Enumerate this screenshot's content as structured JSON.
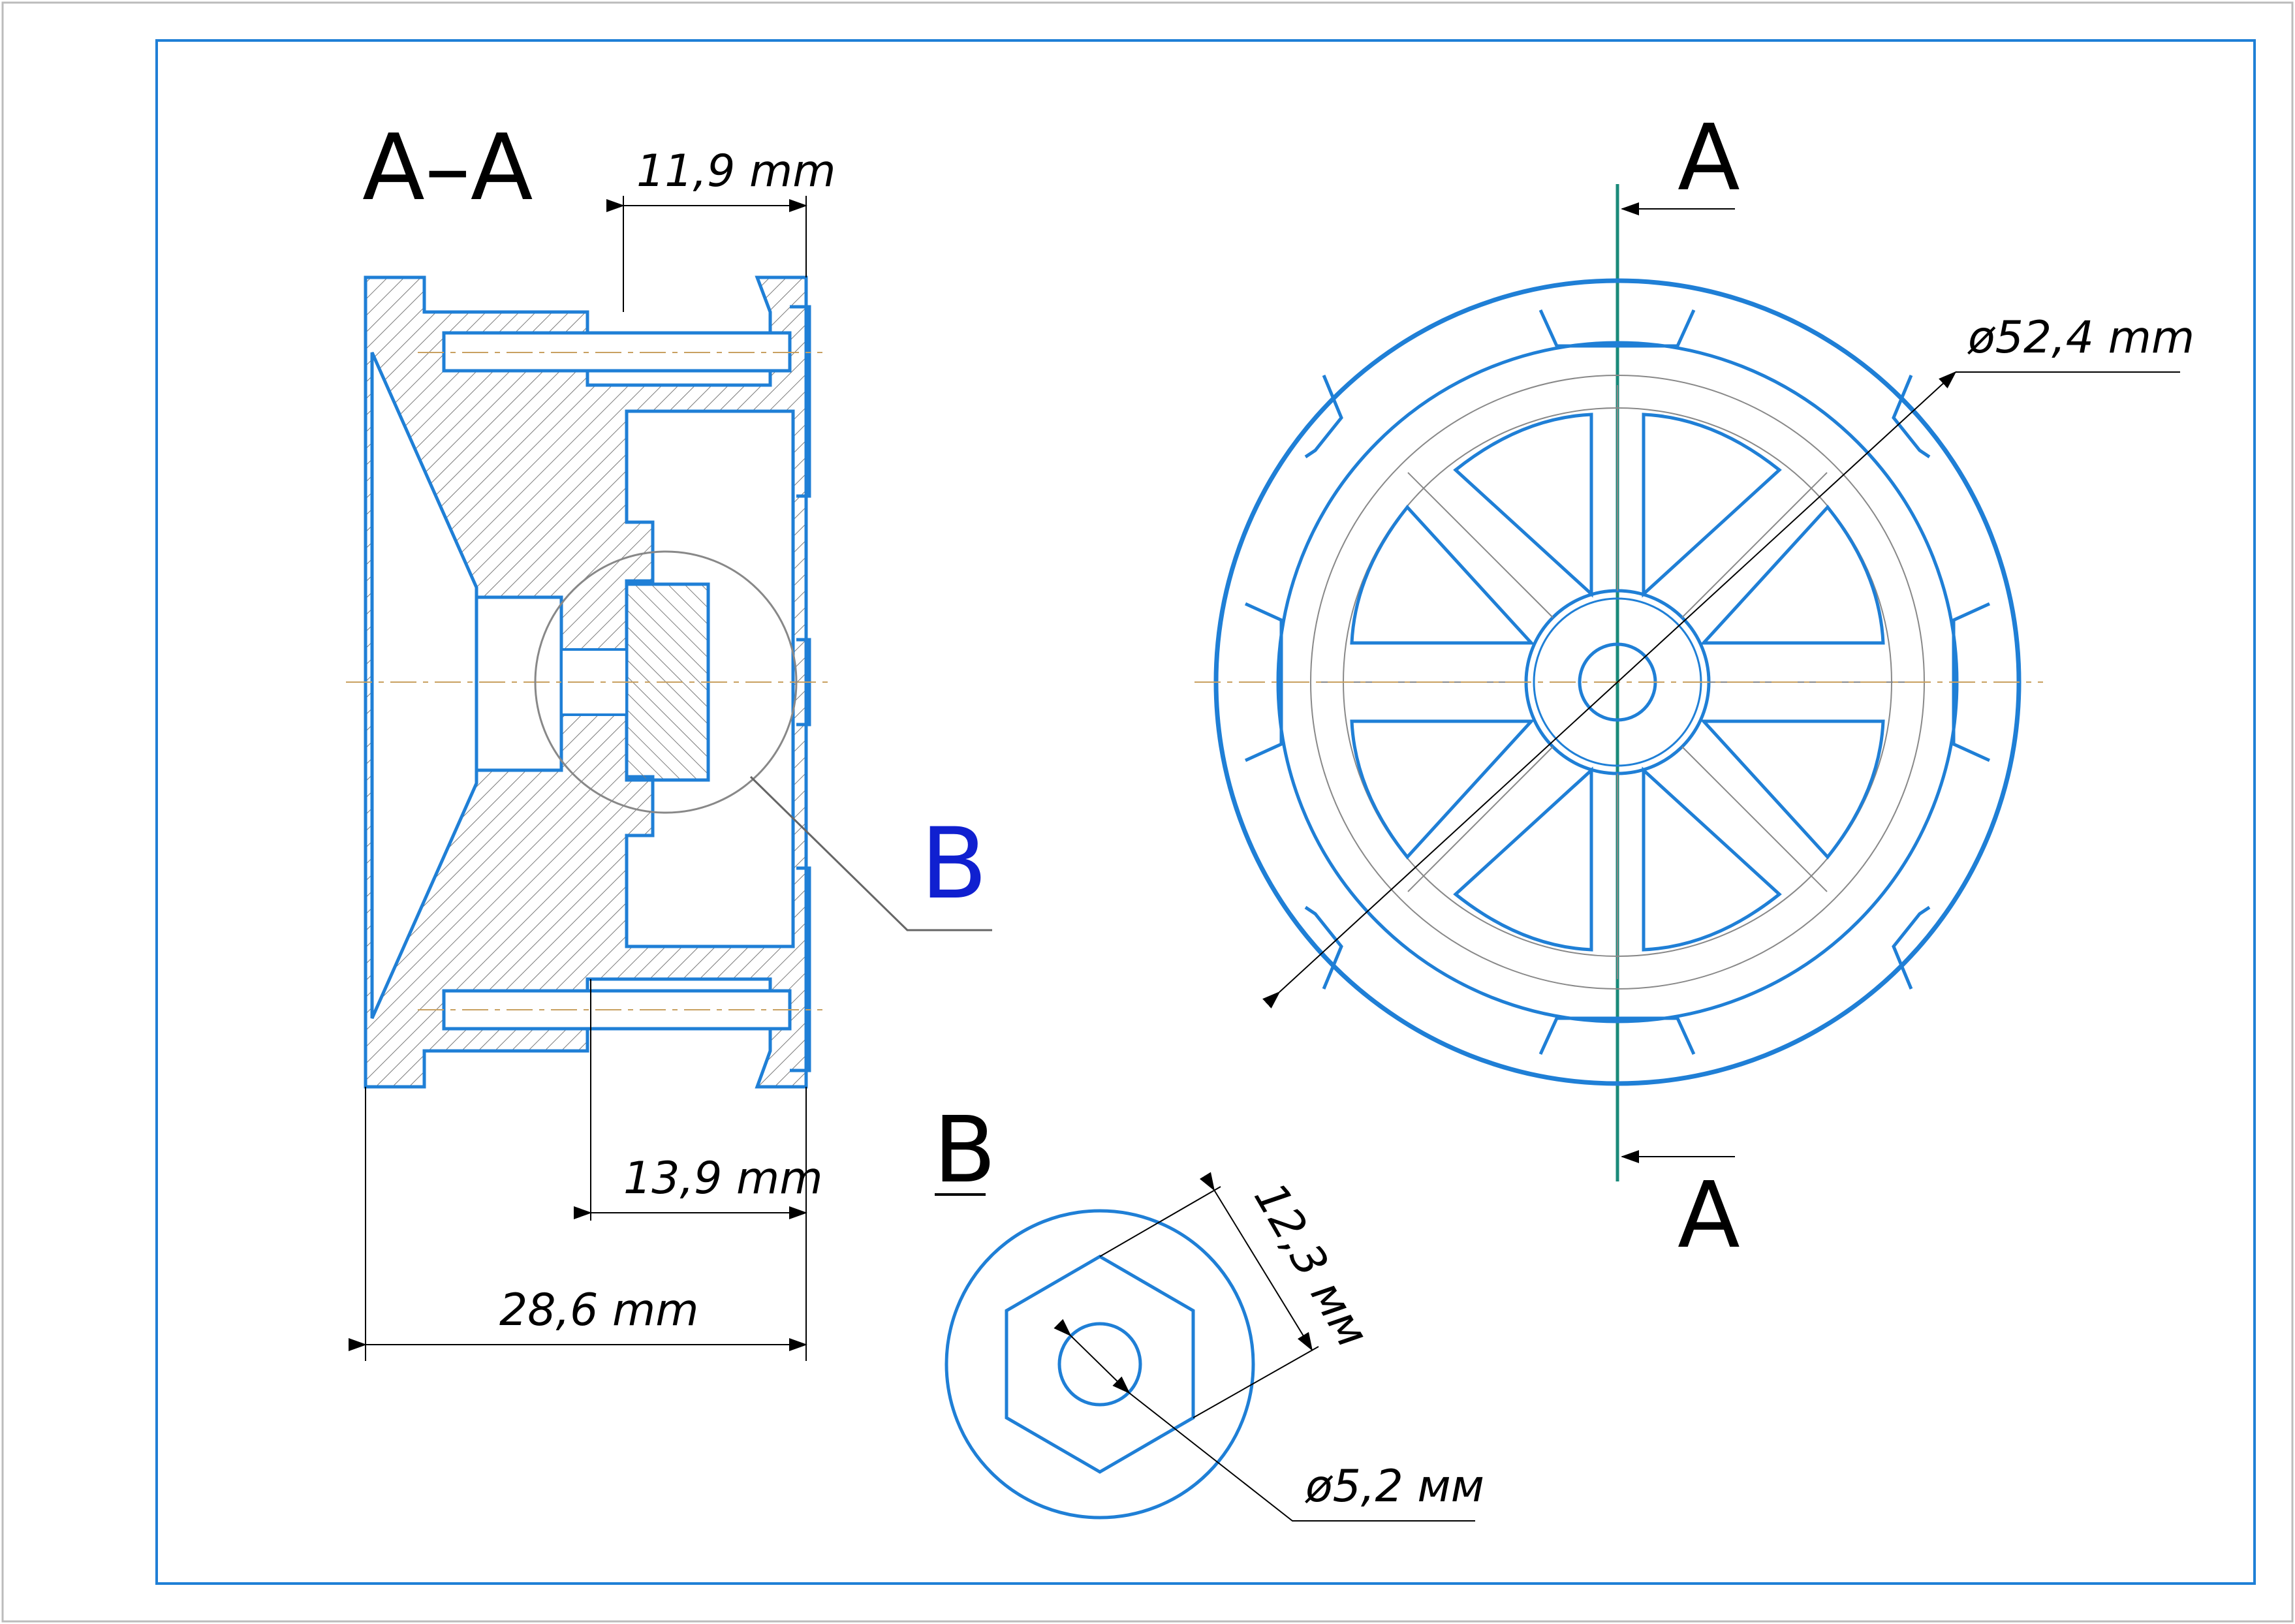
{
  "section_title": "A–A",
  "detail_label": "B",
  "cut_label_top": "A",
  "cut_label_bottom": "A",
  "detail_view_title": "B",
  "dimensions": {
    "top_width": "11,9 mm",
    "inner_width": "13,9 mm",
    "total_width": "28,6 mm",
    "outer_diameter": "ø52,4 mm",
    "hex_across_flats": "12,3 мм",
    "bore_diameter": "ø5,2 мм"
  },
  "colors": {
    "outline": "#1f7fd6",
    "hatch": "#6c6c6c",
    "cutline": "#1a8a7a",
    "dim": "#000000",
    "label_blue": "#1020d0"
  }
}
